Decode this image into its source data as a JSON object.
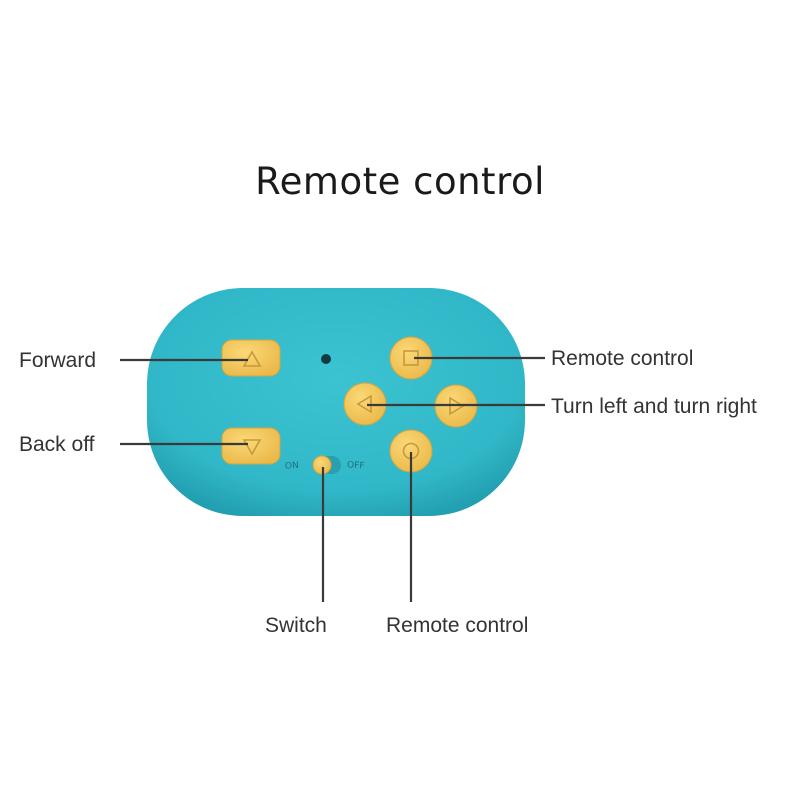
{
  "title": "Remote control",
  "device": {
    "body_color": "#31b8c8",
    "button_color": "#f4c85c",
    "switch_on_text": "ON",
    "switch_off_text": "OFF"
  },
  "callouts": {
    "forward": "Forward",
    "back_off": "Back off",
    "remote_control_top": "Remote control",
    "turn_left_right": "Turn left and turn right",
    "switch": "Switch",
    "remote_control_bottom": "Remote control"
  }
}
